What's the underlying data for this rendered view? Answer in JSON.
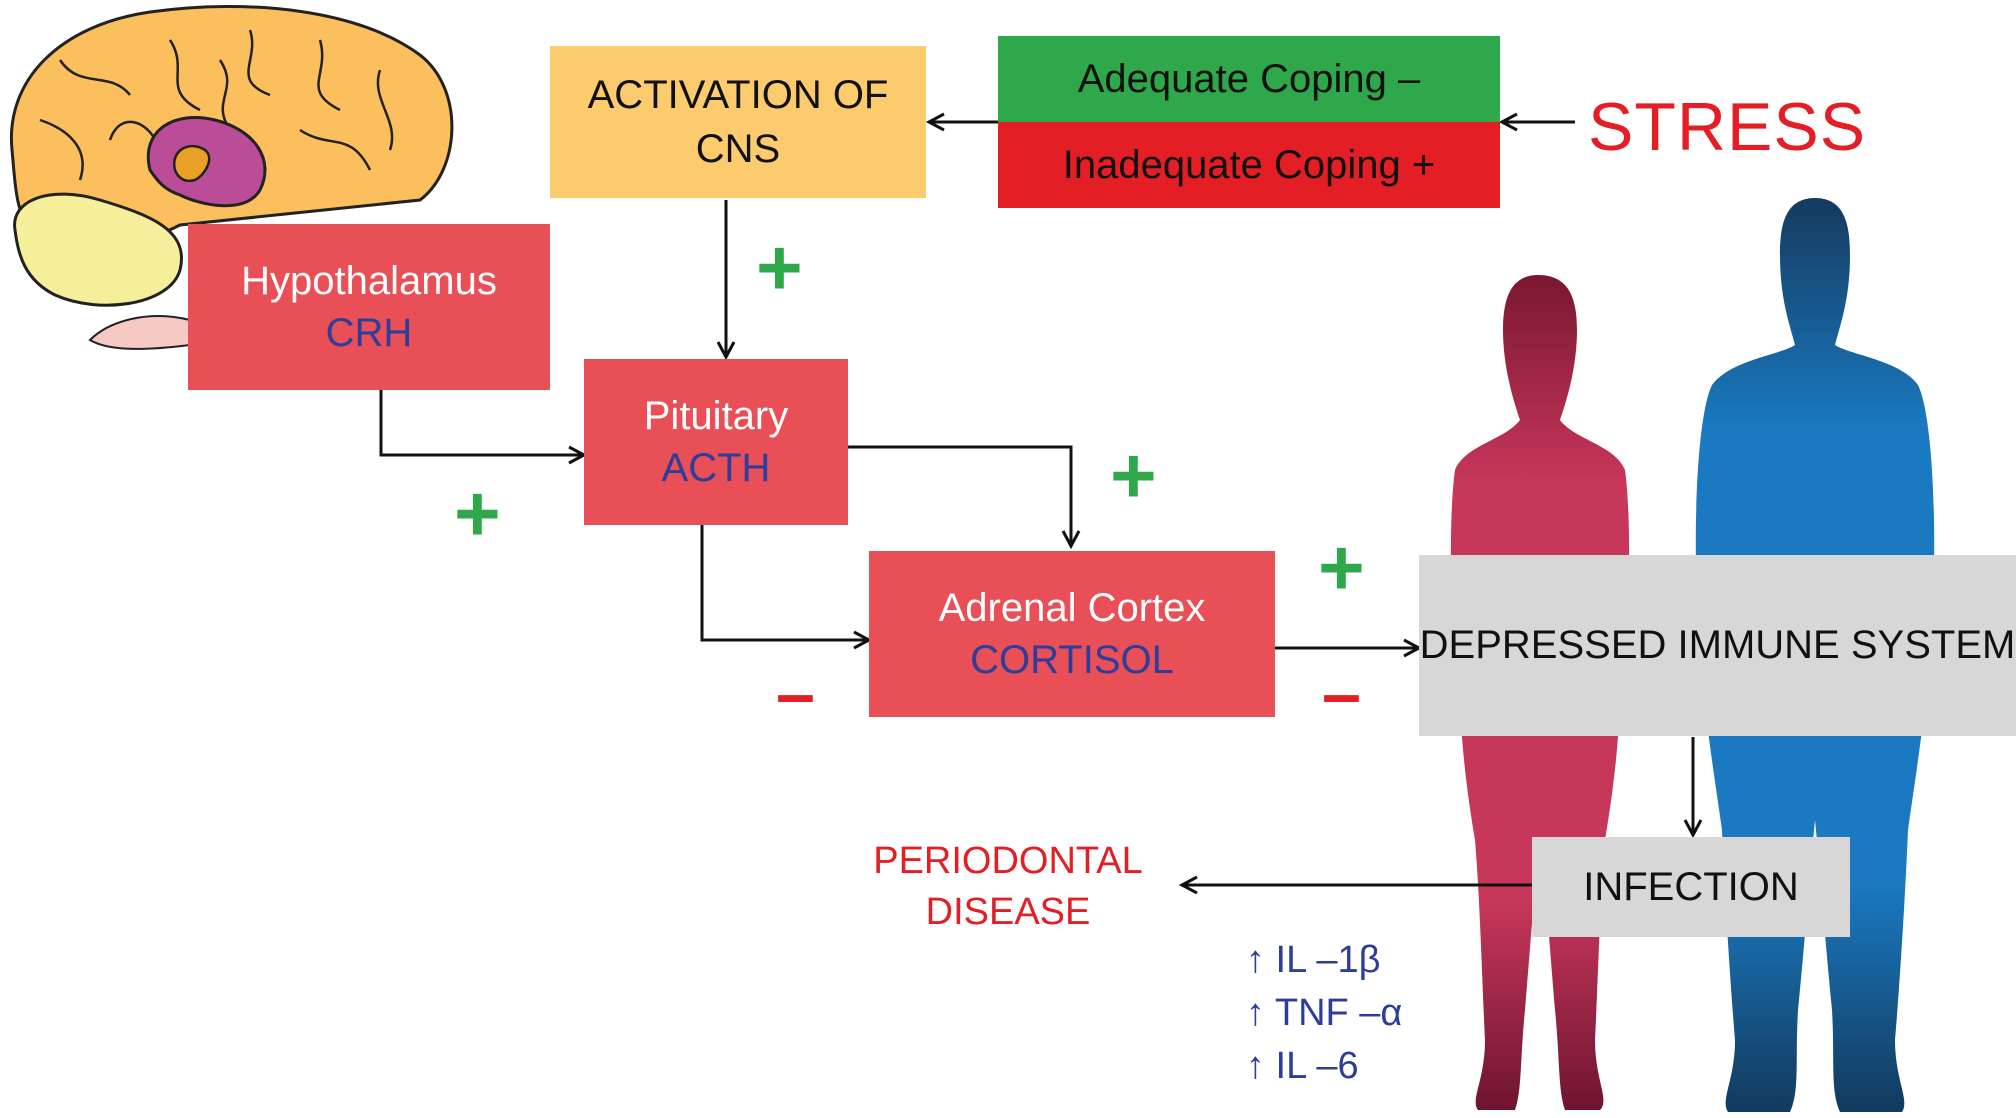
{
  "stress_label": "STRESS",
  "coping": {
    "adequate": "Adequate Coping –",
    "inadequate": "Inadequate Coping +"
  },
  "cns": {
    "line1": "ACTIVATION OF",
    "line2": "CNS"
  },
  "hypothalamus": {
    "name": "Hypothalamus",
    "hormone": "CRH"
  },
  "pituitary": {
    "name": "Pituitary",
    "hormone": "ACTH"
  },
  "adrenal": {
    "name": "Adrenal Cortex",
    "hormone": "CORTISOL"
  },
  "immune": "DEPRESSED IMMUNE SYSTEM",
  "infection": "INFECTION",
  "periodontal": {
    "line1": "PERIODONTAL",
    "line2": "DISEASE"
  },
  "markers": [
    "↑ IL –1β",
    "↑ TNF –α",
    "↑ IL –6"
  ],
  "signs": {
    "plus": "+",
    "minus": "–"
  },
  "colors": {
    "hormone_box": "#e84f57",
    "cns_box": "#fccb6e",
    "adequate_green": "#2ea84a",
    "inadequate_red": "#e31e24",
    "grey_box": "#d7d7d7",
    "hormone_text": "#2c3e99",
    "female_figure": "#c7375a",
    "male_figure": "#1a79c0"
  },
  "icons": [
    "brain-illustration",
    "female-silhouette",
    "male-silhouette"
  ]
}
